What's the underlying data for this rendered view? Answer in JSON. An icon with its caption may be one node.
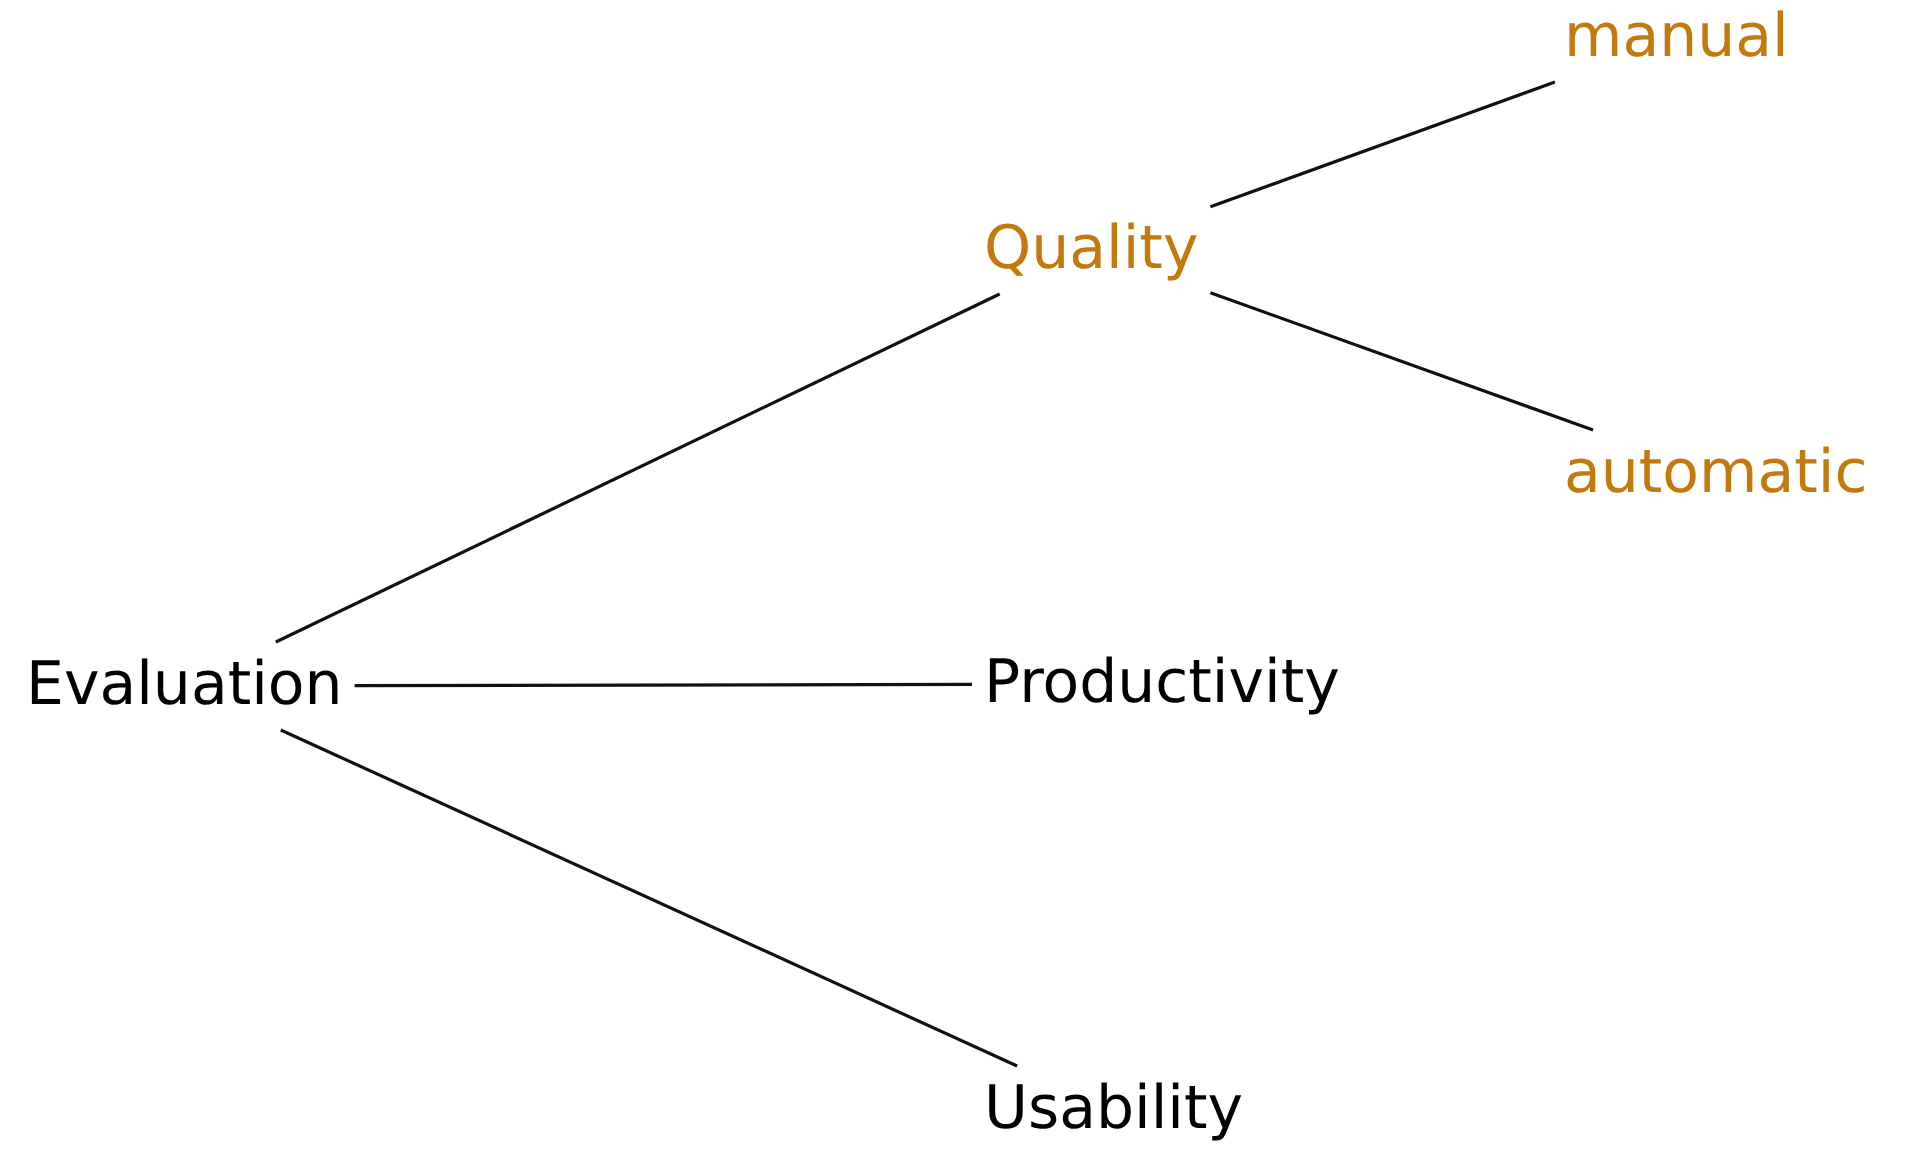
{
  "diagram": {
    "nodes": [
      {
        "text": [
          "Evaluation"
        ]
      },
      {
        "text": [
          "Quality"
        ]
      },
      {
        "text": [
          "manual"
        ]
      },
      {
        "text": [
          "automatic"
        ]
      },
      {
        "text": [
          "Productivity"
        ]
      },
      {
        "text": [
          "Usability"
        ]
      }
    ],
    "edges": [
      {
        "from": 0,
        "to": 1,
        "arrow": "none"
      },
      {
        "from": 1,
        "to": 2,
        "arrow": "none"
      },
      {
        "from": 1,
        "to": 3,
        "arrow": "none"
      },
      {
        "from": 0,
        "to": 4,
        "arrow": "none"
      },
      {
        "from": 0,
        "to": 5,
        "arrow": "none"
      }
    ]
  }
}
